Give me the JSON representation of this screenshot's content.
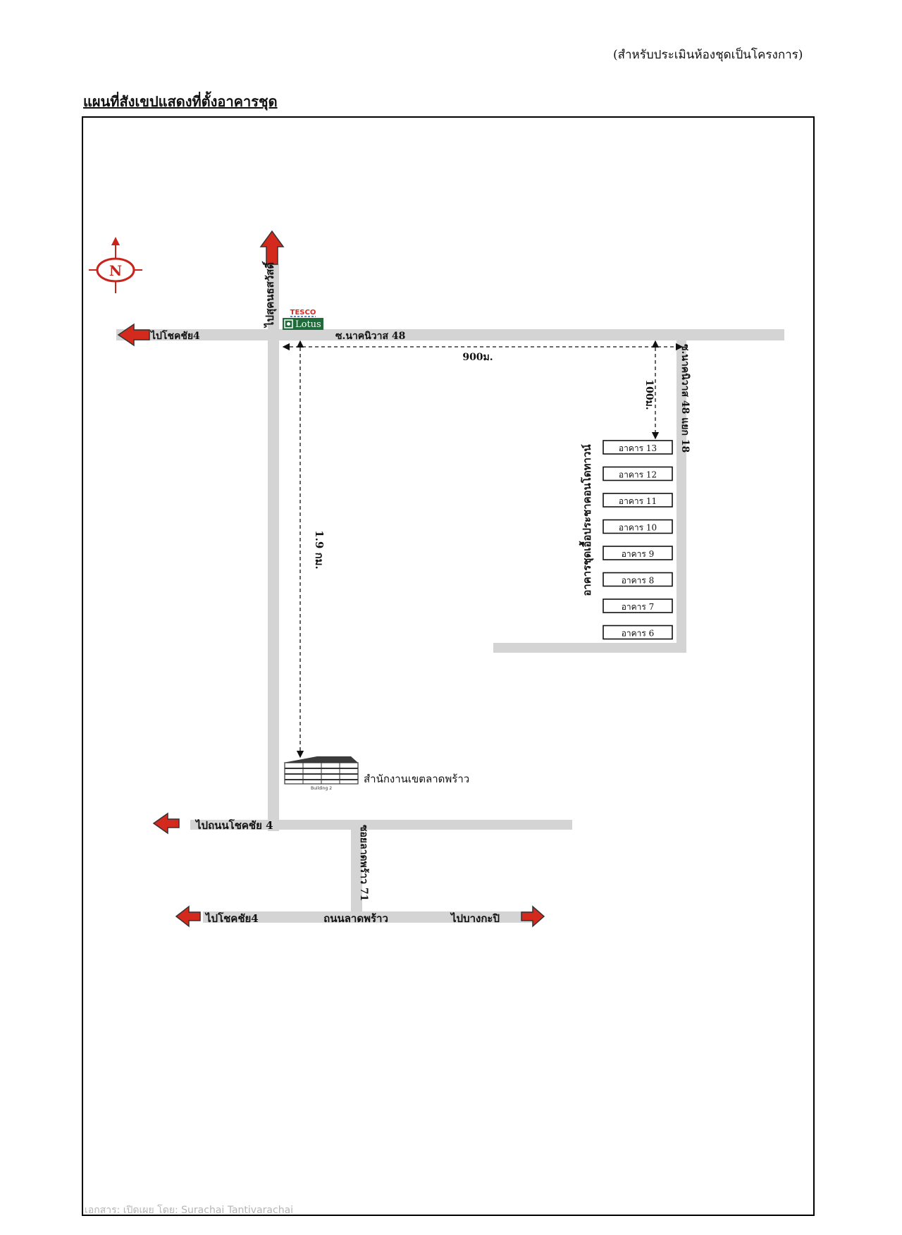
{
  "header": {
    "note": "(สำหรับประเมินห้องชุดเป็นโครงการ)",
    "title": "แผนที่สังเขปแสดงที่ตั้งอาคารชุด"
  },
  "map": {
    "compass_letter": "N",
    "store": {
      "brand_top": "TESCO",
      "brand_bottom": "Lotus"
    },
    "labels": {
      "to_pracha_uthit": "ไปสุคนธสวัสดิ์",
      "to_chokchai4_top": "ไปโชคชัย4",
      "soi_nak_niwat_48": "ซ.นาคนิวาส 48",
      "soi_nak_niwat_48_yaek_18": "ซ.นาคนิวาส 48 แยก 18",
      "dist_900m": "900ม.",
      "dist_100m": "100ม.",
      "dist_1_9km": "1.9 กม.",
      "project_name": "อาคารชุดเอื้อประชาคอนโดทาวน์",
      "district_office": "สำนักงานเขตลาดพร้าว",
      "building_caption": "Building 2",
      "to_chokchai4_road": "ไปถนนโชคชัย 4",
      "soi_lat_phrao_71": "ซอยลาดพร้าว 71",
      "to_chokchai4_bottom": "ไปโชคชัย4",
      "lat_phrao_road": "ถนนลาดพร้าว",
      "to_bang_kapi": "ไปบางกะปิ"
    },
    "buildings": [
      "อาคาร 13",
      "อาคาร 12",
      "อาคาร 11",
      "อาคาร 10",
      "อาคาร 9",
      "อาคาร 8",
      "อาคาร 7",
      "อาคาร 6"
    ],
    "colors": {
      "road": "#d4d4d4",
      "arrow": "#d42a1e",
      "compass": "#c8241c",
      "store_green": "#1f6b3a",
      "store_red": "#d22d26"
    }
  },
  "watermark": "เอกสาร: เปิดเผย โดย: Surachai Tantivarachai"
}
